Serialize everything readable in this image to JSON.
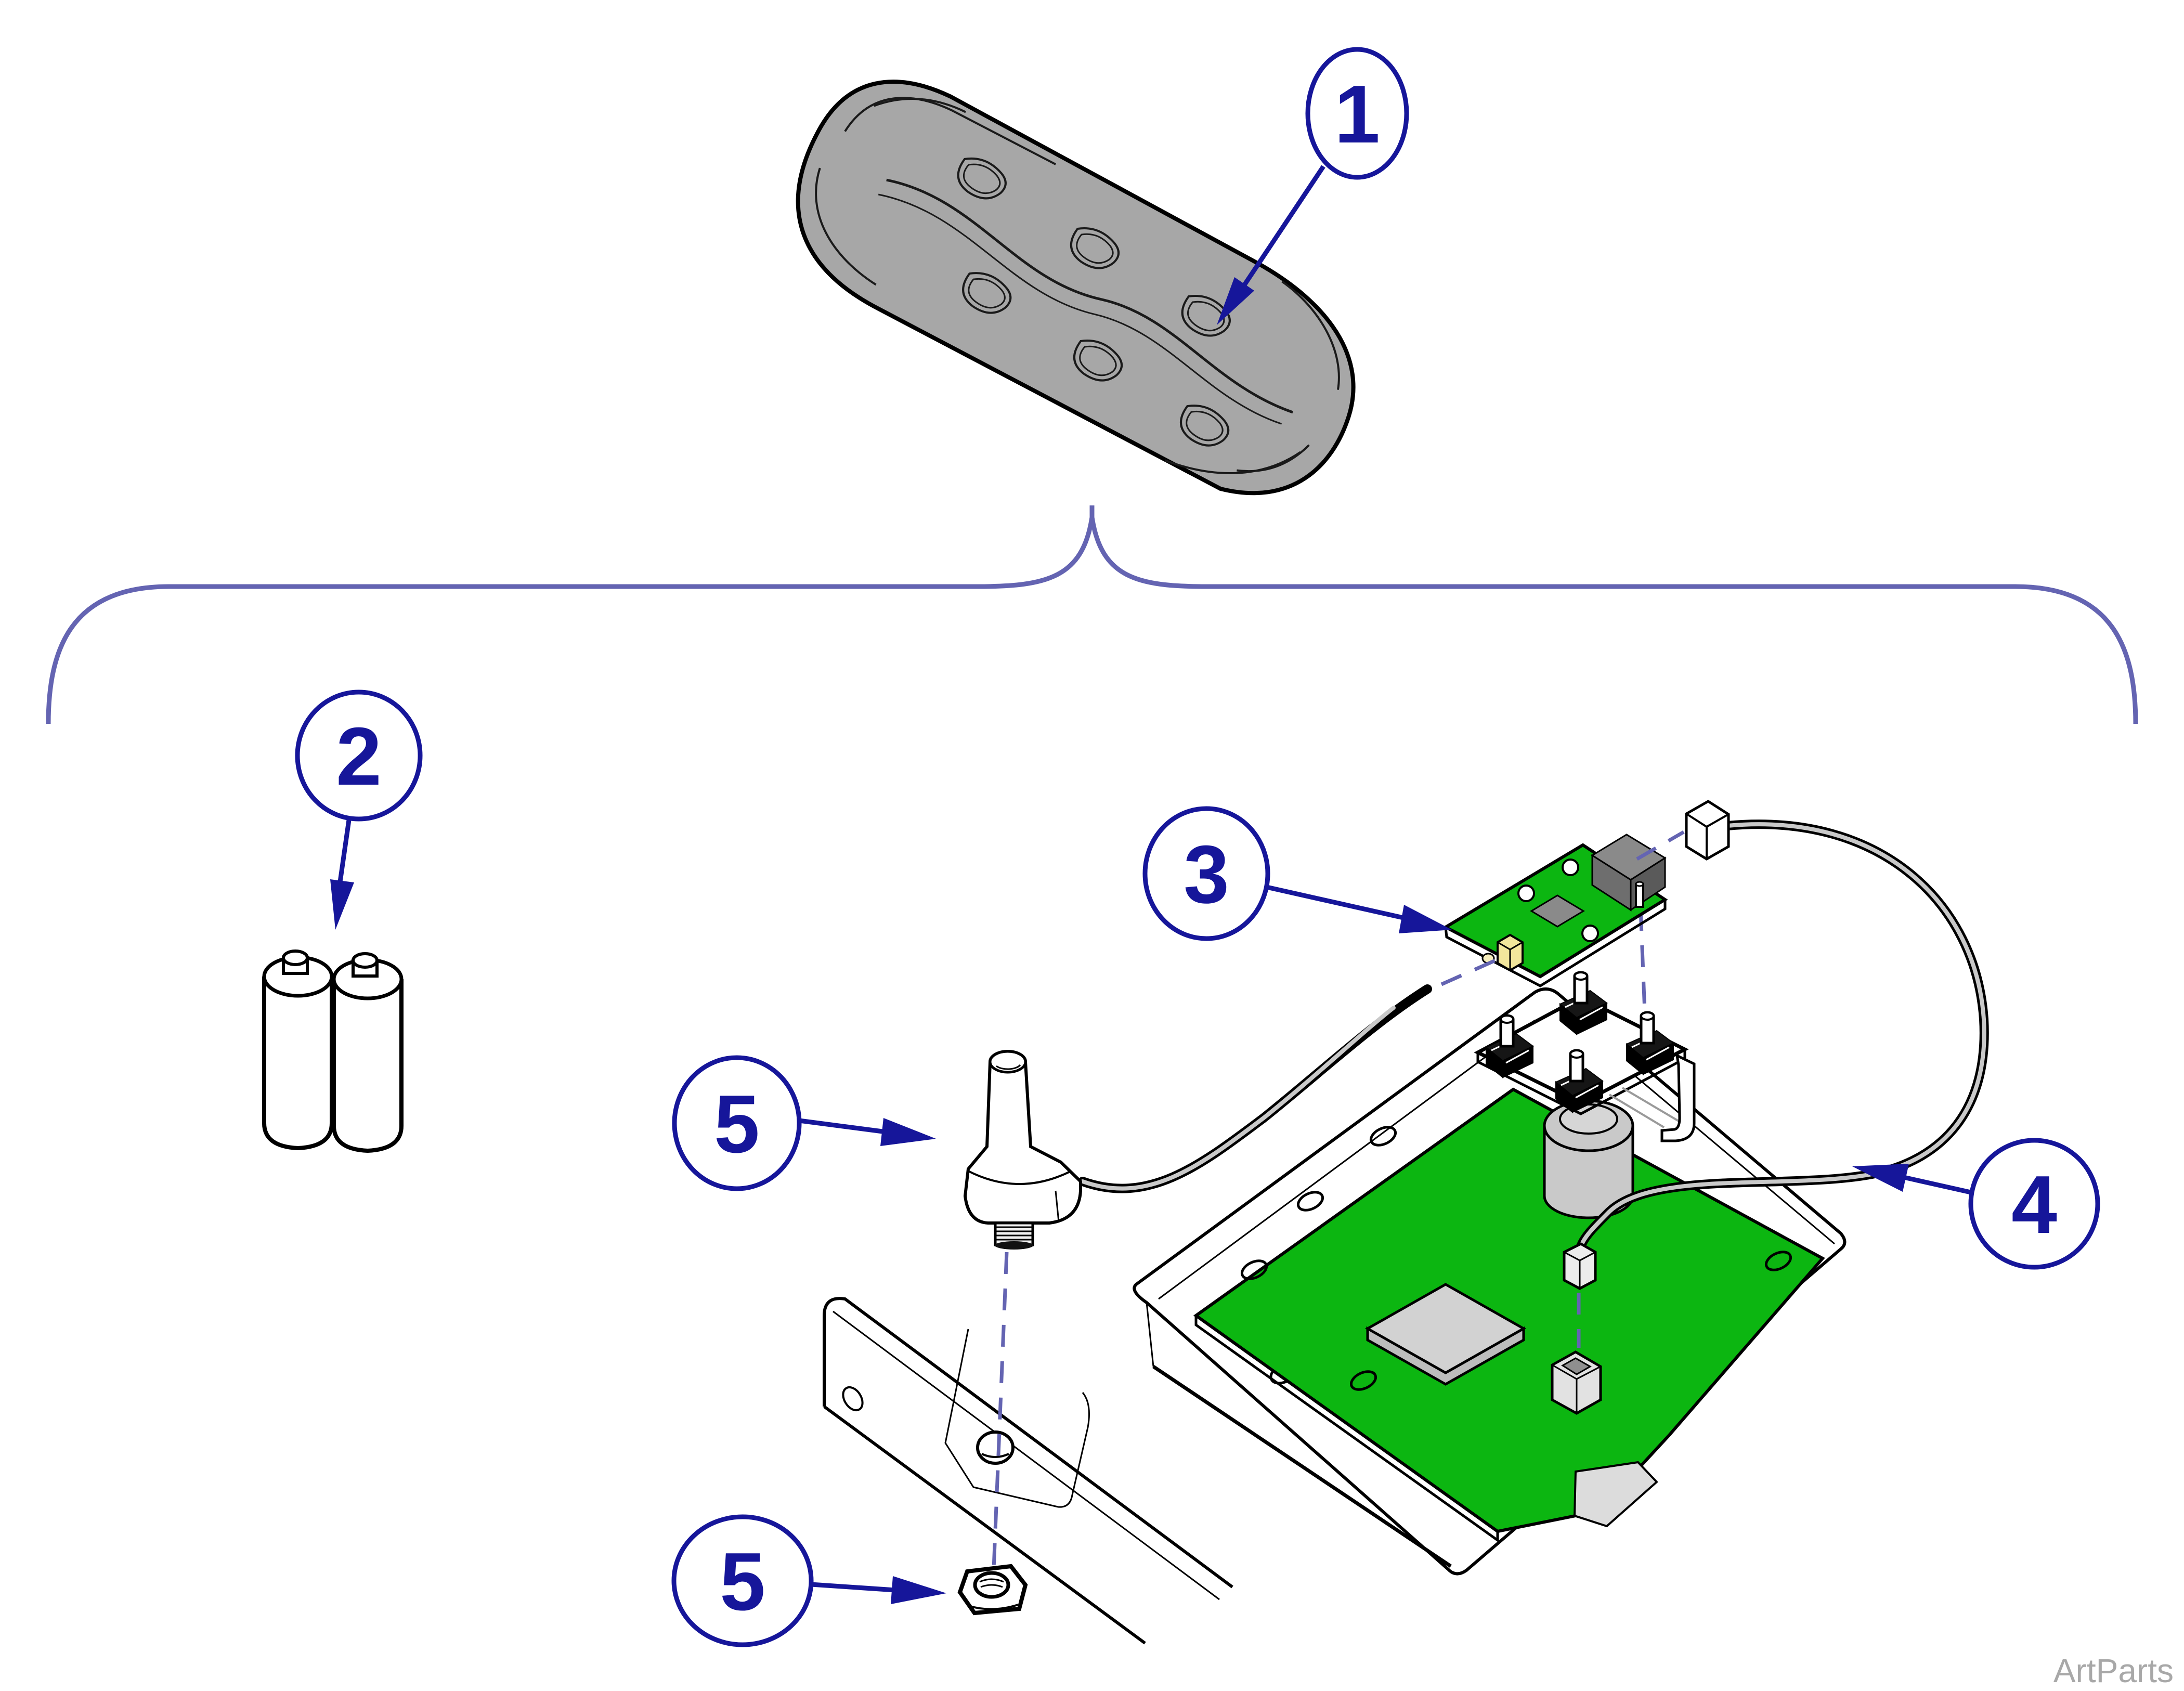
{
  "diagram": {
    "type": "exploded-parts-diagram",
    "watermark": "ArtParts",
    "callouts": {
      "c1": "1",
      "c2": "2",
      "c3": "3",
      "c4": "4",
      "c5a": "5",
      "c5b": "5"
    },
    "parts_visible": {
      "c1_target": "foot-control-cover",
      "c2_target": "batteries-pair",
      "c3_target": "rf-daughter-board",
      "c4_target": "cable-assembly",
      "c5_targets": "antenna-and-nut"
    },
    "colors": {
      "callout_navy": "#16169a",
      "brace_slate": "#6464b2",
      "pcb_green": "#0cb611",
      "cover_gray": "#a7a7a7",
      "component_gray": "#c9c9c9",
      "dark_component": "#6e6e6e",
      "connector_yellow": "#f2e69c",
      "watermark_gray": "#a8a8a8",
      "outline_black": "#000000",
      "background": "#ffffff"
    }
  }
}
